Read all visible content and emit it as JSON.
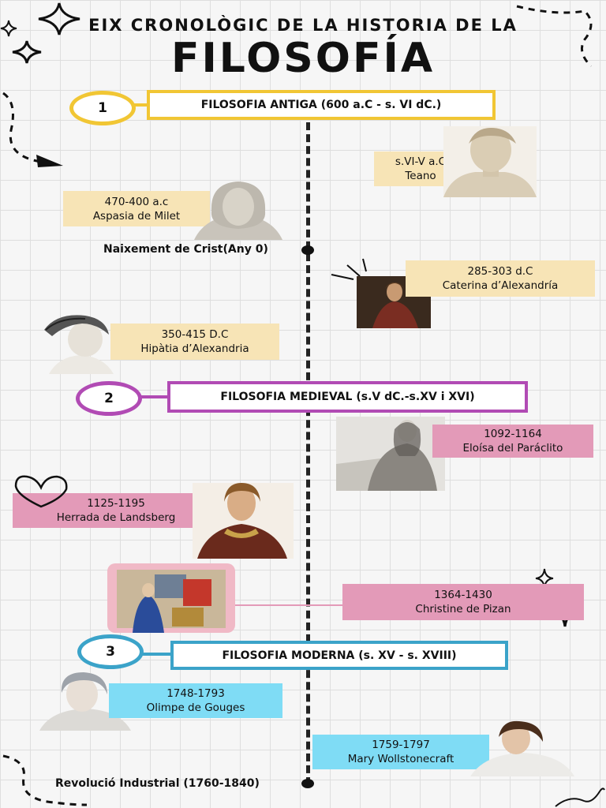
{
  "header": {
    "subtitle": "EIX CRONOLÒGIC DE LA HISTORIA DE LA",
    "title": "FILOSOFÍA"
  },
  "periods": [
    {
      "number": "1",
      "label": "FILOSOFIA ANTIGA (600 a.C - s. VI dC.)",
      "color": "#f1c634"
    },
    {
      "number": "2",
      "label": "FILOSOFIA MEDIEVAL (s.V dC.-s.XV i XVI)",
      "color": "#b14bb4"
    },
    {
      "number": "3",
      "label": "FILOSOFIA MODERNA (s. XV - s. XVIII)",
      "color": "#3ba3c9"
    }
  ],
  "events": [
    {
      "label": "Naixement de Crist(Any 0)"
    },
    {
      "label": "Revolució Industrial (1760-1840)"
    }
  ],
  "philosophers": [
    {
      "years": "s.VI-V a.C",
      "name": "Teano"
    },
    {
      "years": "470-400 a.c",
      "name": "Aspasia de Milet"
    },
    {
      "years": "285-303 d.C",
      "name": "Caterina d’Alexandría"
    },
    {
      "years": "350-415 D.C",
      "name": "Hipàtia d’Alexandria"
    },
    {
      "years": "1092-1164",
      "name": "Eloísa del Paráclito"
    },
    {
      "years": "1125-1195",
      "name": "Herrada de Landsberg"
    },
    {
      "years": "1364-1430",
      "name": "Christine de Pizan"
    },
    {
      "years": "1748-1793",
      "name": "Olimpe de Gouges"
    },
    {
      "years": "1759-1797",
      "name": "Mary Wollstonecraft"
    }
  ]
}
